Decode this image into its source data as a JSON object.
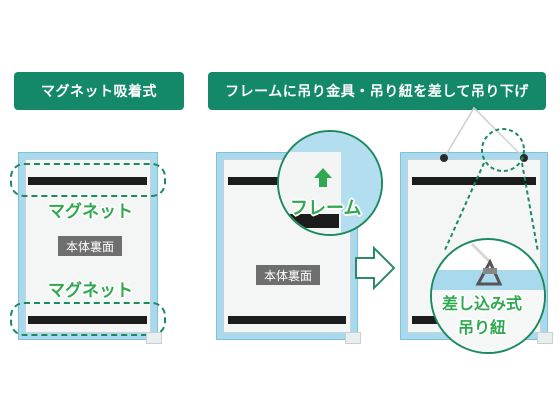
{
  "banners": {
    "left": "マグネット吸着式",
    "right": "フレームに吊り金具・吊り紐を差して吊り下げ"
  },
  "left_panel": {
    "magnet_label_top": "マグネット",
    "body_back_label": "本体裏面",
    "magnet_label_bottom": "マグネット"
  },
  "middle_panel": {
    "body_back_label": "本体裏面",
    "frame_callout": "フレーム"
  },
  "right_panel": {
    "callout_line1": "差し込み式",
    "callout_line2": "吊り紐"
  },
  "colors": {
    "banner": "#13896a",
    "frame": "#a9d9ec",
    "label_green": "#2fa84f",
    "dash": "#1b8a5e"
  }
}
